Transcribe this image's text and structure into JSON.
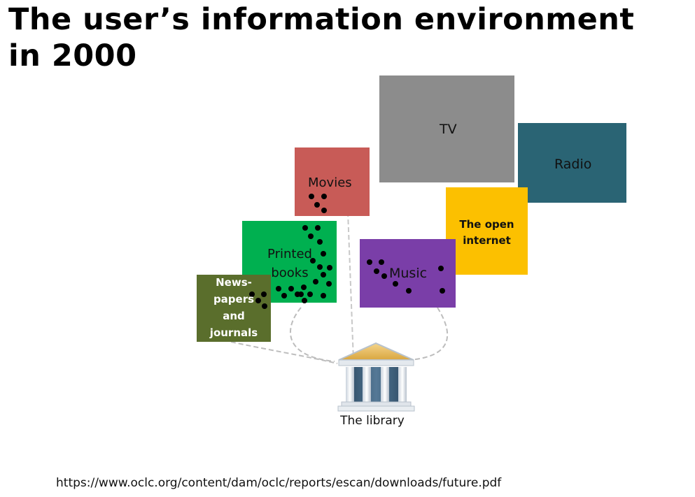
{
  "title": {
    "line1": "The user’s information environment",
    "line2": "in 2000"
  },
  "boxes": {
    "tv": {
      "label": "TV",
      "color": "#8c8c8c"
    },
    "radio": {
      "label": "Radio",
      "color": "#2a6474"
    },
    "movies": {
      "label": "Movies",
      "color": "#c85b57"
    },
    "internet": {
      "label_line1": "The open",
      "label_line2": "internet",
      "color": "#fcc000"
    },
    "books": {
      "label_line1": "Printed",
      "label_line2": "books",
      "color": "#00b050"
    },
    "music": {
      "label": "Music",
      "color": "#7a3ea8"
    },
    "news": {
      "label_line1": "News-",
      "label_line2": "papers",
      "label_line3": "and",
      "label_line4": "journals",
      "color": "#5a6e2c"
    }
  },
  "library": {
    "label": "The library",
    "icon": "library-building-icon"
  },
  "source": {
    "url": "https://www.oclc.org/content/dam/oclc/reports/escan/downloads/future.pdf"
  }
}
